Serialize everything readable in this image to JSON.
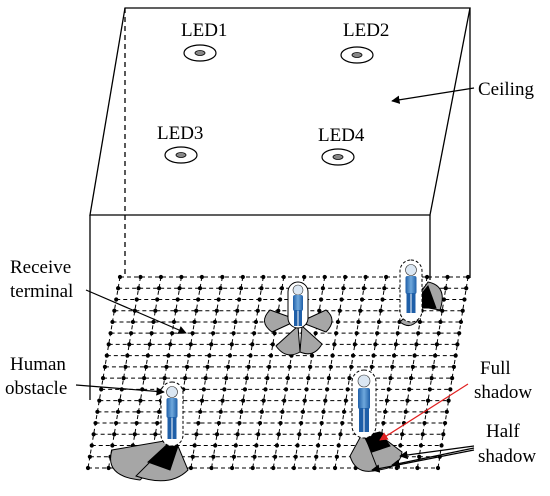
{
  "labels": {
    "led1": "LED1",
    "led2": "LED2",
    "led3": "LED3",
    "led4": "LED4",
    "ceiling": "Ceiling",
    "receive_1": "Receive",
    "receive_2": "terminal",
    "human_1": "Human",
    "human_2": "obstacle",
    "full_1": "Full",
    "full_2": "shadow",
    "half_1": "Half",
    "half_2": "shadow"
  },
  "colors": {
    "line": "#000000",
    "shadow_full": "#000000",
    "shadow_half": "#a6a6a6",
    "person_body": "#3f7fc0",
    "person_head": "#dbe7f3",
    "arrow_accent": "#e02020"
  }
}
